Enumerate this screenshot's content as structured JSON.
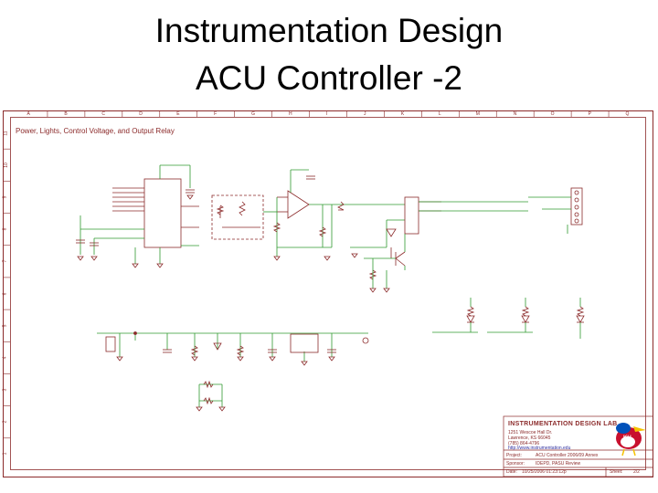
{
  "slide": {
    "title_line1": "Instrumentation Design",
    "title_line2": "ACU Controller -2"
  },
  "schematic": {
    "sheet_title": "Power, Lights, Control Voltage, and Output Relay",
    "column_labels": [
      "A",
      "B",
      "C",
      "D",
      "E",
      "F",
      "G",
      "H",
      "I",
      "J",
      "K",
      "L",
      "M",
      "N",
      "O",
      "P",
      "Q"
    ],
    "row_labels": [
      "11",
      "10",
      "9",
      "8",
      "7",
      "6",
      "5",
      "4",
      "3",
      "2",
      "1"
    ],
    "colors": {
      "frame": "#8b2a2a",
      "wire": "#2f9a2f",
      "part": "#8b2a2a"
    }
  },
  "title_block": {
    "lab_name": "INSTRUMENTATION DESIGN LAB",
    "address_line1": "1251 Wescoe Hall Dr.",
    "address_line2": "Lawrence, KS 66045",
    "phone": "(785) 864-4796",
    "url": "http://www.instrumentation.edu",
    "project_label": "Project:",
    "project_value": "ACU Controller 2006/09 Annex",
    "sponsor_label": "Sponsor:",
    "sponsor_value": "IDEPD, PASU Review",
    "date_label": "Date:",
    "date_value": "10/25/2006 01:23:12p",
    "sheet_label": "Sheet:",
    "sheet_value": "2/2",
    "logo_text": "KU"
  }
}
